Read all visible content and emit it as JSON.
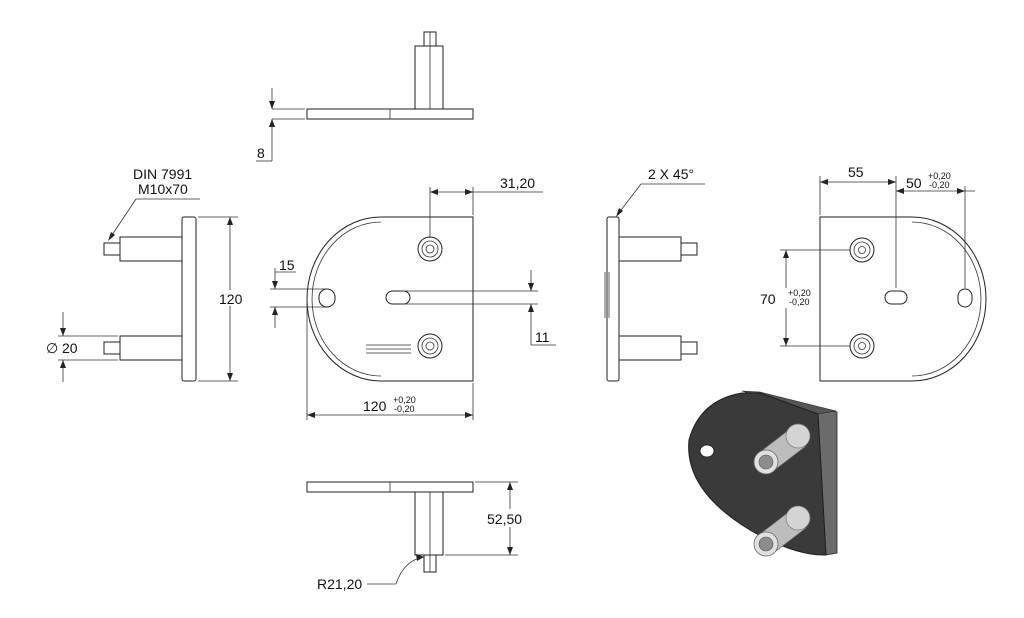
{
  "dimensions": {
    "din_standard": "DIN 7991",
    "screw_size": "M10x70",
    "height_120": "120",
    "diameter_20": "20",
    "diameter_symbol": "∅",
    "thickness_8": "8",
    "dim_15": "15",
    "dim_31_20": "31,20",
    "width_120": "120",
    "tol_plus": "+0,20",
    "tol_minus": "-0,20",
    "dim_11": "11",
    "chamfer": "2 X 45°",
    "dim_55": "55",
    "dim_50": "50",
    "dim_70": "70",
    "dim_52_50": "52,50",
    "radius": "R21,20"
  },
  "colors": {
    "line": "#222222",
    "part_fill": "#ffffff",
    "iso_face": "#3a3a3a",
    "iso_edge": "#6b6b6b",
    "iso_pin": "#c9c9c9"
  }
}
